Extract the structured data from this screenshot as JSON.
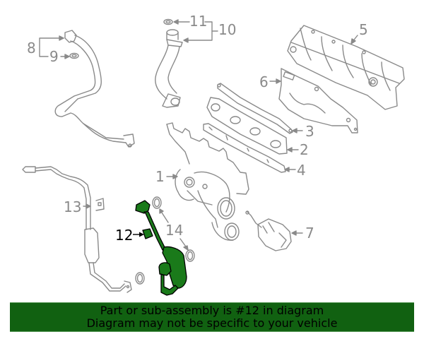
{
  "diagram": {
    "highlighted_part": "12",
    "colors": {
      "line_gray": "#8a8a8a",
      "highlight_green": "#1a7a1a",
      "highlight_outline": "#000000",
      "banner_bg": "#116111",
      "banner_text": "#000000"
    },
    "callouts": [
      {
        "id": "1",
        "label": "1"
      },
      {
        "id": "2",
        "label": "2"
      },
      {
        "id": "3",
        "label": "3"
      },
      {
        "id": "4",
        "label": "4"
      },
      {
        "id": "5",
        "label": "5"
      },
      {
        "id": "6",
        "label": "6"
      },
      {
        "id": "7",
        "label": "7"
      },
      {
        "id": "8",
        "label": "8"
      },
      {
        "id": "9",
        "label": "9"
      },
      {
        "id": "10",
        "label": "10"
      },
      {
        "id": "11",
        "label": "11"
      },
      {
        "id": "12",
        "label": "12"
      },
      {
        "id": "13",
        "label": "13"
      },
      {
        "id": "14",
        "label": "14"
      }
    ]
  },
  "banner": {
    "line1": "Part or sub-assembly is #12 in diagram",
    "line2": "Diagram may not be specific to your vehicle"
  }
}
